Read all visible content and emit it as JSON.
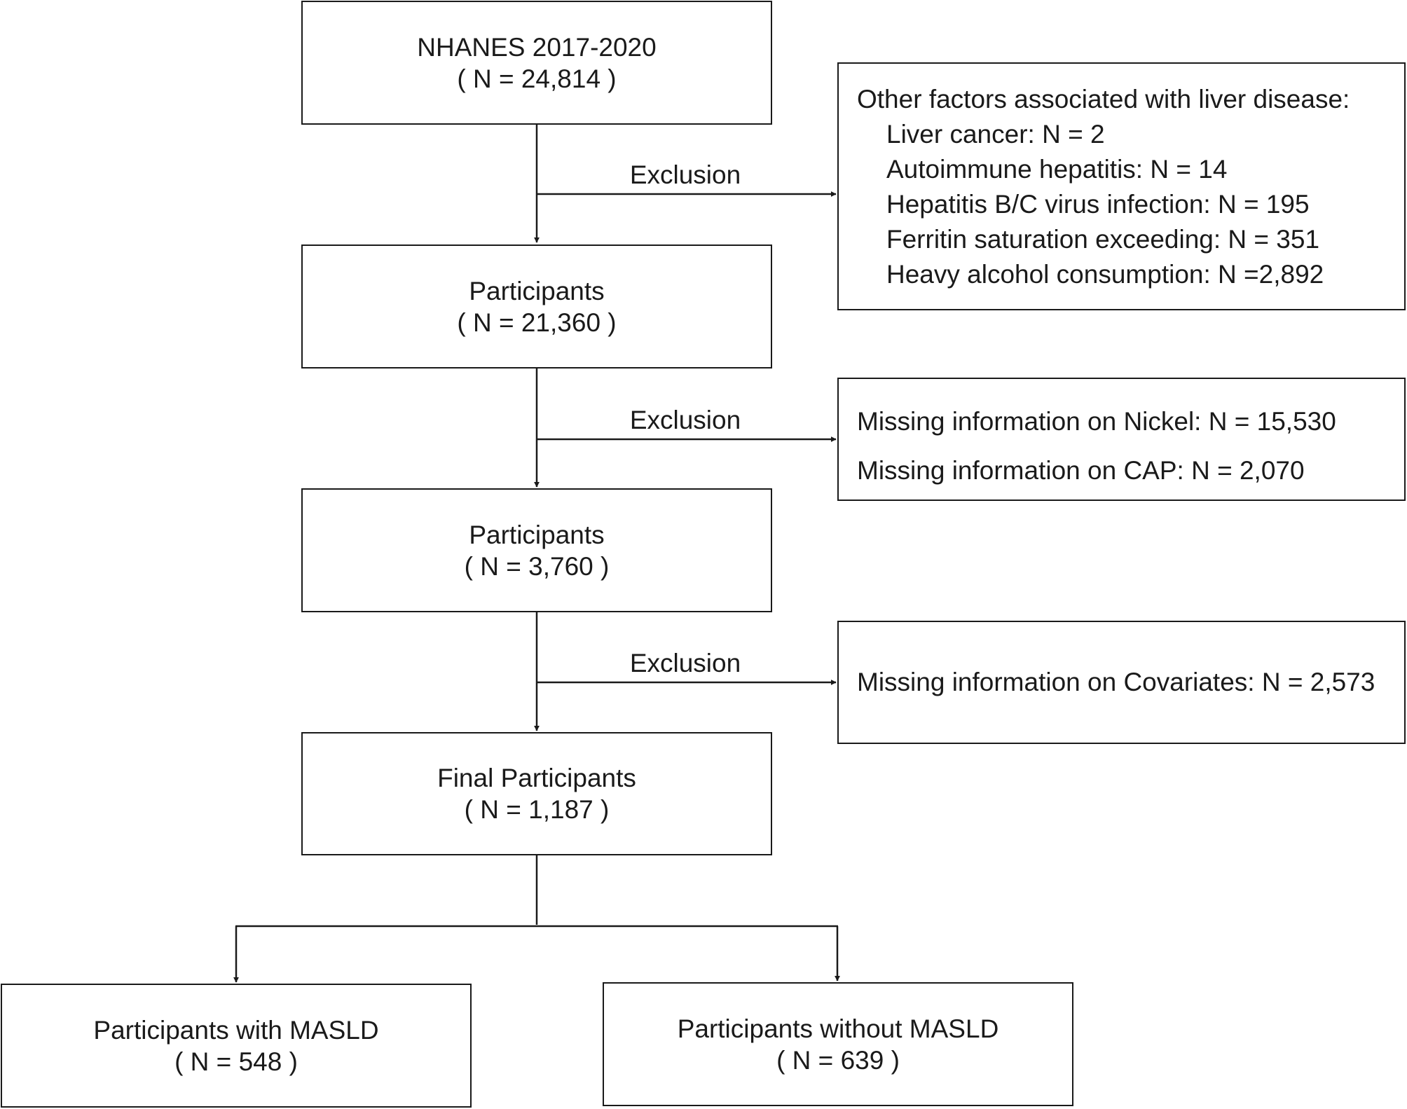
{
  "nodes": {
    "nhanes": {
      "title": "NHANES 2017-2020",
      "count": "( N = 24,814 )"
    },
    "participants_1": {
      "title": "Participants",
      "count": "( N = 21,360 )"
    },
    "participants_2": {
      "title": "Participants",
      "count": "( N = 3,760 )"
    },
    "final": {
      "title": "Final Participants",
      "count": "( N = 1,187 )"
    },
    "with_masld": {
      "title": "Participants with MASLD",
      "count": "( N = 548 )"
    },
    "without_masld": {
      "title": "Participants without MASLD",
      "count": "( N = 639 )"
    }
  },
  "exclusion_label": "Exclusion",
  "exclusions": {
    "liver_factors": {
      "heading": "Other factors associated with liver disease:",
      "items": [
        "Liver cancer: N = 2",
        "Autoimmune hepatitis: N = 14",
        "Hepatitis B/C virus infection: N = 195",
        "Ferritin saturation exceeding: N = 351",
        "Heavy alcohol consumption: N =2,892"
      ]
    },
    "missing_nickel_cap": {
      "items": [
        "Missing information on Nickel: N = 15,530",
        "Missing information on CAP: N = 2,070"
      ]
    },
    "missing_covariates": {
      "items": [
        "Missing information on Covariates: N = 2,573"
      ]
    }
  },
  "colors": {
    "line": "#1a1a1a",
    "background": "#ffffff"
  }
}
